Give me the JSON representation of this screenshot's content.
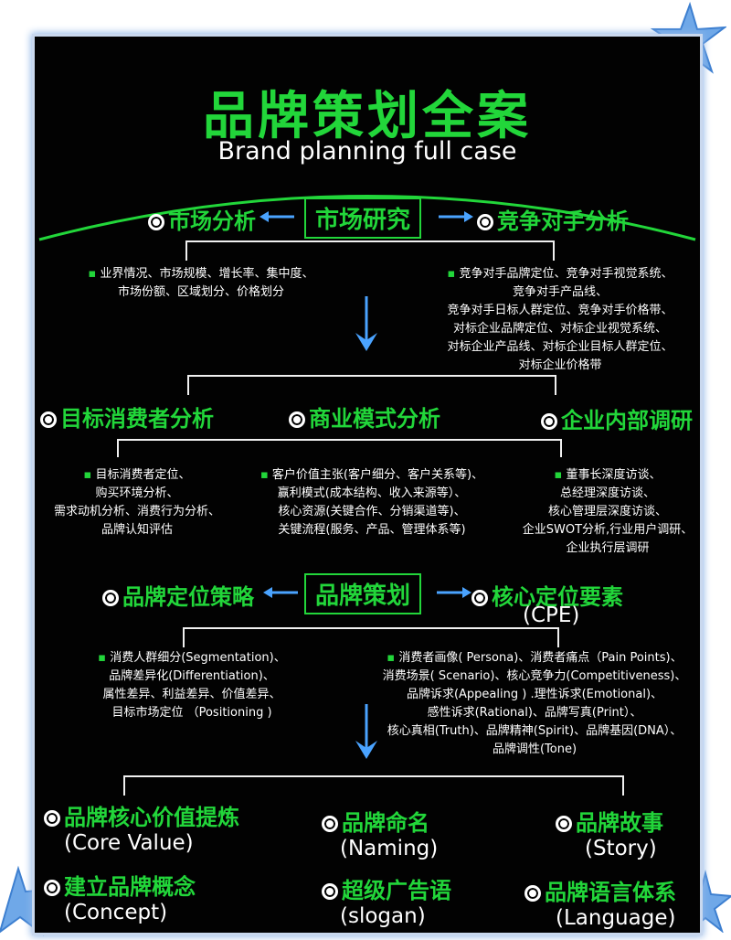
{
  "title": "品牌策划全案",
  "subtitle": "Brand planning full case",
  "section1": {
    "box": "市场研究",
    "left_node": "市场分析",
    "right_node": "竞争对手分析",
    "left_text": [
      "业界情况、市场规模、增长率、集中度、",
      "市场份额、区域划分、价格划分"
    ],
    "right_text": [
      "竞争对手品牌定位、竞争对手视觉系统、",
      "竞争对手产品线、",
      "竞争对手日标人群定位、竞争对手价格带、",
      "对标企业品牌定位、对标企业视觉系统、",
      "对标企业产品线、对标企业目标人群定位、",
      "对标企业价格带"
    ]
  },
  "section2": {
    "nodes": [
      "目标消费者分析",
      "商业模式分析",
      "企业内部调研"
    ],
    "col1": [
      "目标消费者定位、",
      "购买环境分析、",
      "需求动机分析、消费行为分析、",
      "品牌认知评估"
    ],
    "col2": [
      "客户价值主张(客户细分、客户关系等)、",
      "赢利模式(成本结构、收入来源等）、",
      "核心资源(关键合作、分销渠道等)、",
      "关键流程(服务、产品、管理体系等)"
    ],
    "col3": [
      "董事长深度访谈、",
      "总经理深度访谈、",
      "核心管理层深度访谈、",
      "企业SWOT分析,行业用户调研、",
      "企业执行层调研"
    ]
  },
  "section3": {
    "box": "品牌策划",
    "left_node": "品牌定位策略",
    "right_node": "核心定位要素",
    "right_node_en": "(CPE)",
    "left_text": [
      "消费人群细分(Segmentation)、",
      "品牌差异化(Differentiation)、",
      "属性差异、利益差异、价值差异、",
      "目标市场定位 （Positioning )"
    ],
    "right_text": [
      "消费者画像( Persona)、消费者痛点（Pain Points)、",
      "消费场景( Scenario)、核心竞争力(Competitiveness)、",
      "品牌诉求(Appealing ) .理性诉求(Emotional)、",
      "感性诉求(Rational)、品牌写真(Print）、",
      "核心真相(Truth)、品牌精神(Spirit)、品牌基因(DNA）、",
      "品牌调性(Tone)"
    ]
  },
  "section4": {
    "items": [
      {
        "cn": "品牌核心价值提炼",
        "en": "(Core Value)"
      },
      {
        "cn": "品牌命名",
        "en": "(Naming)"
      },
      {
        "cn": "品牌故事",
        "en": "(Story)"
      },
      {
        "cn": "建立品牌概念",
        "en": "(Concept)"
      },
      {
        "cn": "超级广告语",
        "en": "(slogan)"
      },
      {
        "cn": "品牌语言体系",
        "en": "(Language)"
      }
    ]
  },
  "colors": {
    "accent": "#22d63a",
    "background": "#020202",
    "arrow": "#4aa3ff",
    "star": "#6fa8e8"
  }
}
